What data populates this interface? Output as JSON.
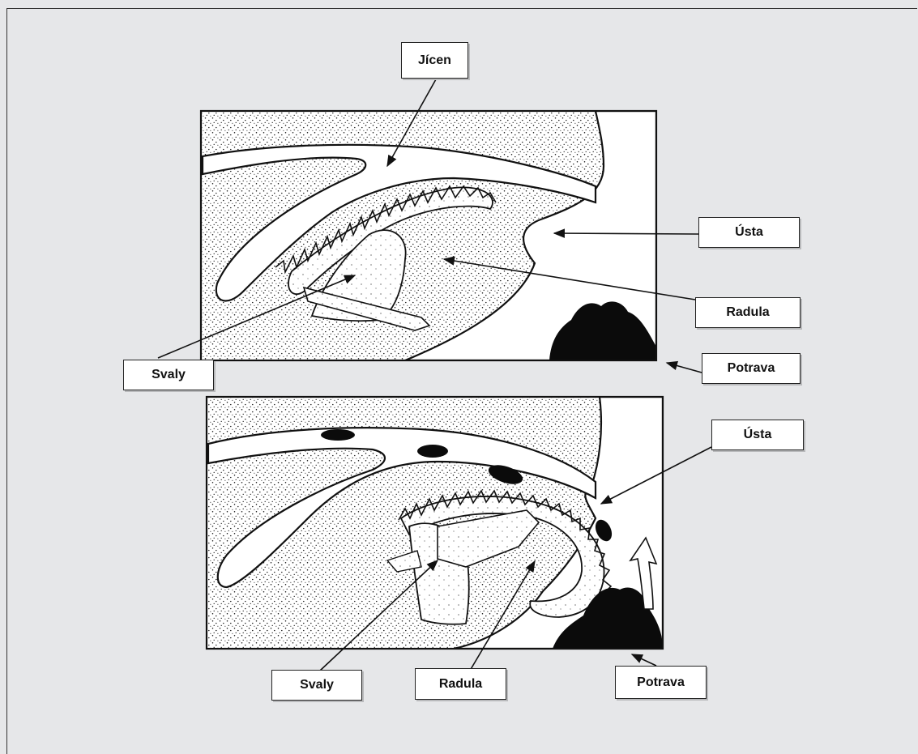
{
  "labels": {
    "jicen": "Jícen",
    "usta_top": "Ústa",
    "radula_top": "Radula",
    "svaly_top": "Svaly",
    "potrava_top": "Potrava",
    "usta_bottom": "Ústa",
    "svaly_bottom": "Svaly",
    "radula_bottom": "Radula",
    "potrava_bottom": "Potrava"
  },
  "colors": {
    "background": "#e6e7e9",
    "label_fill": "#ffffff",
    "ink": "#111111"
  }
}
